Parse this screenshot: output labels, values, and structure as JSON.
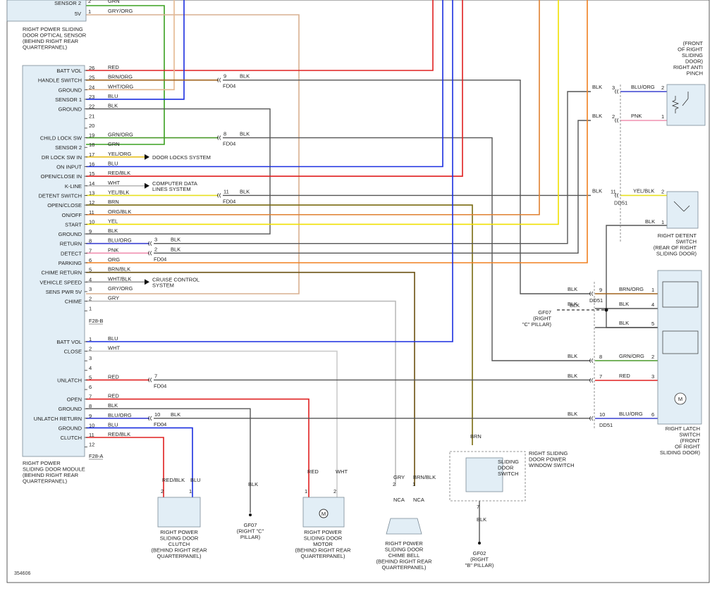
{
  "diagram_id": "354606",
  "module": {
    "caption": [
      "RIGHT POWER",
      "SLIDING DOOR MODULE",
      "(BEHIND RIGHT REAR",
      "QUARTERPANEL)"
    ],
    "pins_b": [
      {
        "pin": "26",
        "label": "BATT VOL",
        "wire": "RED",
        "color": "#e02020"
      },
      {
        "pin": "25",
        "label": "HANDLE SWITCH",
        "wire": "BRN/ORG",
        "color": "#a0641e"
      },
      {
        "pin": "24",
        "label": "GROUND",
        "wire": "WHT/ORG",
        "color": "#e4b890"
      },
      {
        "pin": "23",
        "label": "SENSOR 1",
        "wire": "BLU",
        "color": "#1a2ee0"
      },
      {
        "pin": "22",
        "label": "GROUND",
        "wire": "BLK",
        "color": "#555"
      },
      {
        "pin": "21",
        "label": "",
        "wire": "",
        "color": ""
      },
      {
        "pin": "20",
        "label": "",
        "wire": "",
        "color": ""
      },
      {
        "pin": "19",
        "label": "CHILD LOCK SW",
        "wire": "GRN/ORG",
        "color": "#4a9a2a"
      },
      {
        "pin": "18",
        "label": "SENSOR 2",
        "wire": "GRN",
        "color": "#3aa020"
      },
      {
        "pin": "17",
        "label": "DR LOCK SW IN",
        "wire": "YEL/ORG",
        "color": "#e8c020"
      },
      {
        "pin": "16",
        "label": "ON INPUT",
        "wire": "BLU",
        "color": "#1a2ee0"
      },
      {
        "pin": "15",
        "label": "OPEN/CLOSE IN",
        "wire": "RED/BLK",
        "color": "#e02020"
      },
      {
        "pin": "14",
        "label": "K-LINE",
        "wire": "WHT",
        "color": "#bbb"
      },
      {
        "pin": "13",
        "label": "DETENT SWITCH",
        "wire": "YEL/BLK",
        "color": "#e8e020"
      },
      {
        "pin": "12",
        "label": "OPEN/CLOSE",
        "wire": "BRN",
        "color": "#7a6a10"
      },
      {
        "pin": "11",
        "label": "ON/OFF",
        "wire": "ORG/BLK",
        "color": "#e08030"
      },
      {
        "pin": "10",
        "label": "START",
        "wire": "YEL",
        "color": "#f0e000"
      },
      {
        "pin": "9",
        "label": "GROUND",
        "wire": "BLK",
        "color": "#555"
      },
      {
        "pin": "8",
        "label": "RETURN",
        "wire": "BLU/ORG",
        "color": "#3a40d0"
      },
      {
        "pin": "7",
        "label": "DETECT",
        "wire": "PNK",
        "color": "#f090b0"
      },
      {
        "pin": "6",
        "label": "PARKING",
        "wire": "ORG",
        "color": "#f08020"
      },
      {
        "pin": "5",
        "label": "CHIME RETURN",
        "wire": "BRN/BLK",
        "color": "#6a5010"
      },
      {
        "pin": "4",
        "label": "VEHICLE SPEED",
        "wire": "WHT/BLK",
        "color": "#999"
      },
      {
        "pin": "3",
        "label": "SENS PWR 5V",
        "wire": "GRY/ORG",
        "color": "#d8b090"
      },
      {
        "pin": "2",
        "label": "CHIME",
        "wire": "GRY",
        "color": "#bbb"
      },
      {
        "pin": "1",
        "label": "",
        "wire": "",
        "color": ""
      }
    ],
    "pins_a": [
      {
        "pin": "1",
        "label": "BATT VOL",
        "wire": "BLU",
        "color": "#1a2ee0"
      },
      {
        "pin": "2",
        "label": "CLOSE",
        "wire": "WHT",
        "color": "#bbb"
      },
      {
        "pin": "3",
        "label": "",
        "wire": "",
        "color": ""
      },
      {
        "pin": "4",
        "label": "",
        "wire": "",
        "color": ""
      },
      {
        "pin": "5",
        "label": "UNLATCH",
        "wire": "RED",
        "color": "#e02020"
      },
      {
        "pin": "6",
        "label": "",
        "wire": "",
        "color": ""
      },
      {
        "pin": "7",
        "label": "OPEN",
        "wire": "RED",
        "color": "#e02020"
      },
      {
        "pin": "8",
        "label": "GROUND",
        "wire": "BLK",
        "color": "#555"
      },
      {
        "pin": "9",
        "label": "UNLATCH RETURN",
        "wire": "BLU/ORG",
        "color": "#3a40d0"
      },
      {
        "pin": "10",
        "label": "GROUND",
        "wire": "BLU",
        "color": "#1a2ee0"
      },
      {
        "pin": "11",
        "label": "CLUTCH",
        "wire": "RED/BLK",
        "color": "#e02020"
      },
      {
        "pin": "12",
        "label": "",
        "wire": "",
        "color": ""
      }
    ],
    "conn_b": "F28-B",
    "conn_a": "F28-A"
  },
  "top_sensor": {
    "label1": "SENSOR 2",
    "label2": "5V",
    "pin2": "2",
    "pin1": "1",
    "wire2": "GRN",
    "wire1": "GRY/ORG",
    "caption": [
      "RIGHT POWER SLIDING",
      "DOOR OPTICAL SENSOR",
      "(BEHIND RIGHT REAR",
      "QUARTERPANEL)"
    ]
  },
  "refs": {
    "door_locks": "DOOR LOCKS SYSTEM",
    "computer": [
      "COMPUTER DATA",
      "LINES SYSTEM"
    ],
    "cruise": [
      "CRUISE CONTROL",
      "SYSTEM"
    ]
  },
  "fd04": [
    {
      "left": "9",
      "wire": "BLK"
    },
    {
      "left": "8",
      "wire": "BLK"
    },
    {
      "left": "11",
      "wire": "BLK"
    },
    {
      "left": "3",
      "wire": "BLK"
    },
    {
      "left": "2",
      "wire": "BLK"
    },
    {
      "left": "7",
      "wire": ""
    },
    {
      "left": "10",
      "wire": "BLK"
    }
  ],
  "conn_fd04": "FD04",
  "conn_dd51": "DD51",
  "anti_pinch": {
    "caption": [
      "(FRONT",
      "OF RIGHT",
      "SLIDING",
      "DOOR)",
      "RIGHT ANTI",
      "PINCH"
    ],
    "rows": [
      {
        "lw": "BLK",
        "cp": "3",
        "rw": "BLU/ORG",
        "rp": "2"
      },
      {
        "lw": "BLK",
        "cp": "2",
        "rw": "PNK",
        "rp": "1"
      }
    ]
  },
  "detent": {
    "caption": [
      "RIGHT DETENT",
      "SWITCH",
      "(REAR OF RIGHT",
      "SLIDING DOOR)"
    ],
    "rows": [
      {
        "lw": "BLK",
        "cp": "11",
        "rw": "YEL/BLK",
        "rp": "2"
      },
      {
        "lw": "",
        "cp": "",
        "rw": "BLK",
        "rp": "1"
      }
    ]
  },
  "latch": {
    "caption": [
      "RIGHT LATCH",
      "SWITCH",
      "(FRONT",
      "OF RIGHT",
      "SLIDING DOOR)"
    ],
    "rows": [
      {
        "lw": "BLK",
        "cp": "9",
        "rw": "BRN/ORG",
        "rp": "1"
      },
      {
        "lw": "BLK",
        "cp": "",
        "rw": "BLK",
        "rp": "4"
      },
      {
        "lw": "",
        "cp": "",
        "rw": "BLK",
        "rp": "5"
      },
      {
        "lw": "BLK",
        "cp": "8",
        "rw": "GRN/ORG",
        "rp": "2"
      },
      {
        "lw": "BLK",
        "cp": "7",
        "rw": "RED",
        "rp": "3"
      },
      {
        "lw": "BLK",
        "cp": "10",
        "rw": "BLU/ORG",
        "rp": "6"
      }
    ]
  },
  "gf07_right": [
    "GF07",
    "(RIGHT",
    "\"C\" PILLAR)"
  ],
  "bottom": {
    "clutch": {
      "caption": [
        "RIGHT POWER",
        "SLIDING DOOR",
        "CLUTCH",
        "(BEHIND RIGHT REAR",
        "QUARTERPANEL)"
      ],
      "w1": "RED/BLK",
      "w2": "BLU",
      "p1": "2",
      "p2": "1"
    },
    "gf07": [
      "GF07",
      "(RIGHT \"C\"",
      "PILLAR)"
    ],
    "gf07_wire": "BLK",
    "motor": {
      "caption": [
        "RIGHT POWER",
        "SLIDING DOOR",
        "MOTOR",
        "(BEHIND RIGHT REAR",
        "QUARTERPANEL)"
      ],
      "w1": "RED",
      "w2": "WHT",
      "p1": "1",
      "p2": "2"
    },
    "chime": {
      "caption": [
        "RIGHT POWER",
        "SLIDING DOOR",
        "CHIME BELL",
        "(BEHIND RIGHT REAR",
        "QUARTERPANEL)"
      ],
      "w1": "GRY",
      "w2": "BRN/BLK",
      "p1": "2",
      "p2": "1",
      "nca": "NCA"
    },
    "window_sw": {
      "caption": [
        "RIGHT SLIDING",
        "DOOR POWER",
        "WINDOW SWITCH"
      ],
      "inner": [
        "SLIDING",
        "DOOR",
        "SWITCH"
      ],
      "wire_top": "BRN",
      "wire_bot": "BLK",
      "pin": "7"
    },
    "gf02": [
      "GF02",
      "(RIGHT",
      "\"B\" PILLAR)"
    ]
  },
  "motor_symbol": "M"
}
